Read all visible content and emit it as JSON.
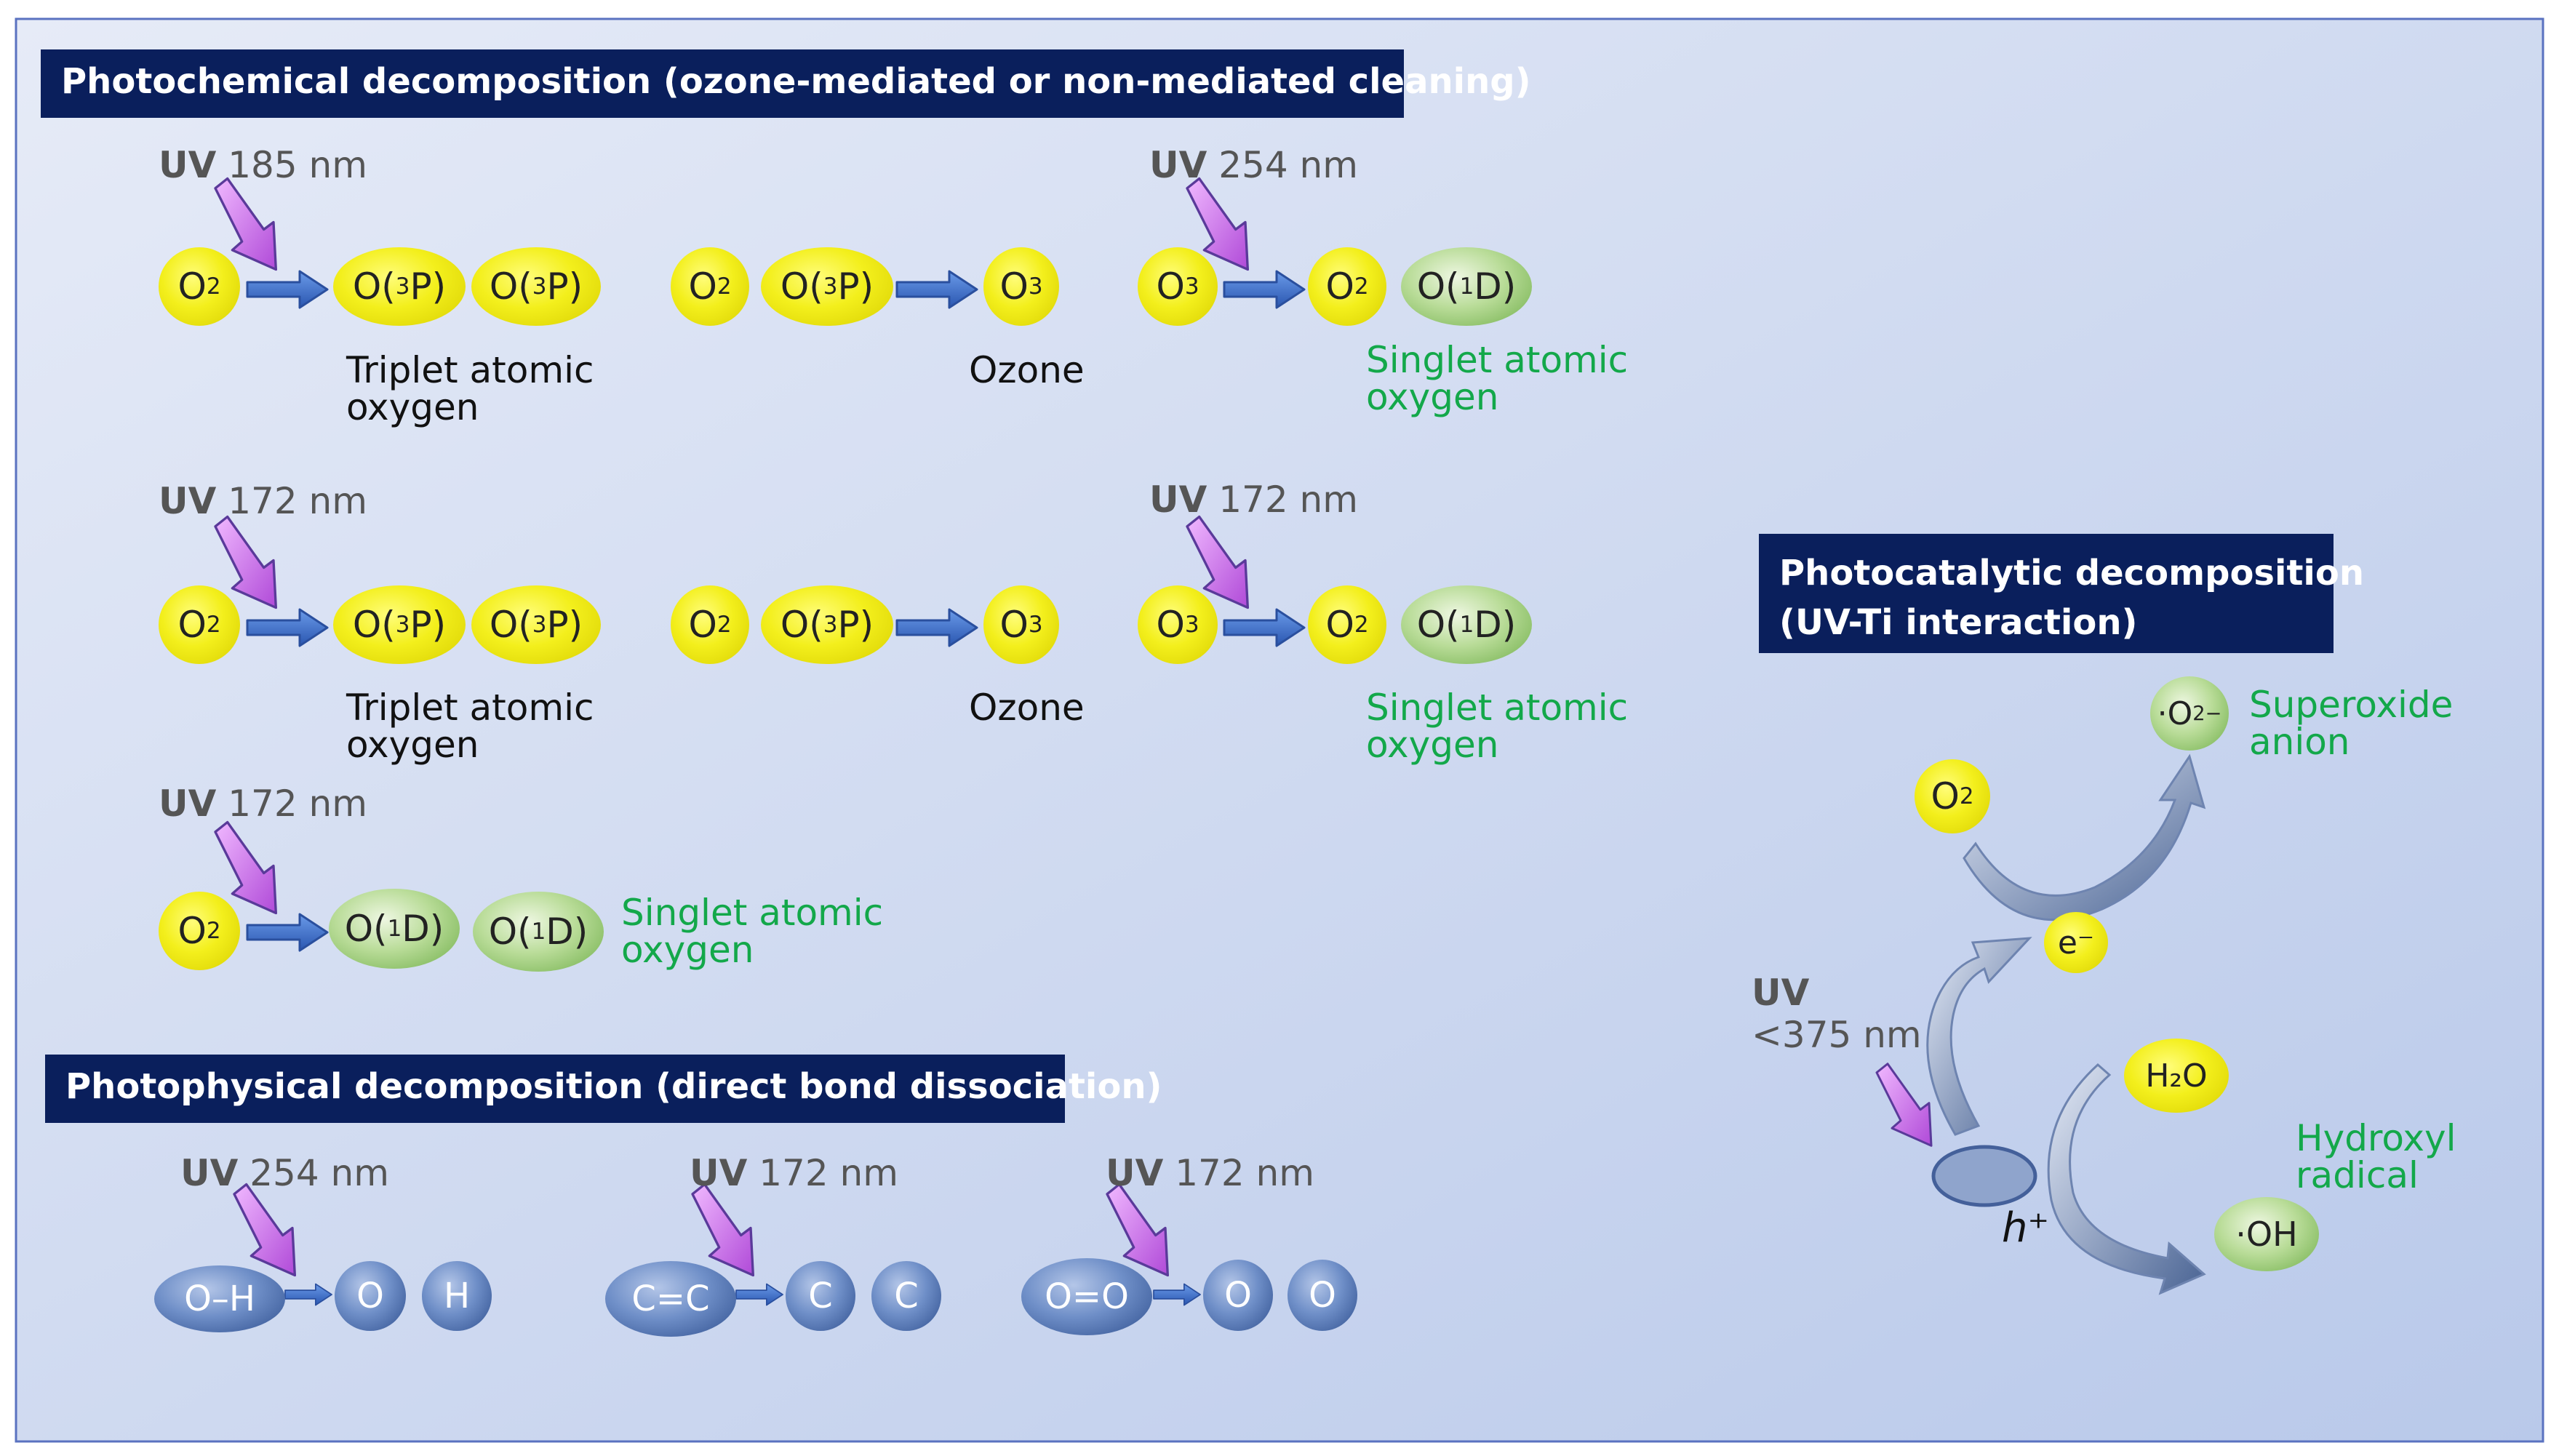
{
  "colors": {
    "header_bg": "#0a1f5c",
    "header_text": "#ffffff",
    "label_green": "#13a84a",
    "uv_text": "#555555",
    "arrow_purple": "#c86ee0",
    "arrow_blue": "#3a6cc8"
  },
  "photochemical": {
    "title": "Photochemical decomposition (ozone-mediated or non-mediated cleaning)",
    "row1": {
      "uv_a": "UV",
      "nm_a": "185 nm",
      "uv_b": "UV",
      "nm_b": "254 nm",
      "triplet_1": "Triplet atomic",
      "triplet_2": "oxygen",
      "ozone": "Ozone",
      "singlet_1": "Singlet atomic",
      "singlet_2": "oxygen"
    },
    "row2": {
      "uv_a": "UV",
      "nm_a": "172 nm",
      "uv_b": "UV",
      "nm_b": "172 nm",
      "triplet_1": "Triplet atomic",
      "triplet_2": "oxygen",
      "ozone": "Ozone",
      "singlet_1": "Singlet atomic",
      "singlet_2": "oxygen"
    },
    "row3": {
      "uv_a": "UV",
      "nm_a": "172 nm",
      "singlet_1": "Singlet atomic",
      "singlet_2": "oxygen"
    }
  },
  "photophysical": {
    "title": "Photophysical decomposition (direct bond dissociation)",
    "uv_1": "UV",
    "nm_1": "254 nm",
    "uv_2": "UV",
    "nm_2": "172 nm",
    "uv_3": "UV",
    "nm_3": "172 nm",
    "oh": "O–H",
    "o": "O",
    "h": "H",
    "cc": "C=C",
    "c": "C",
    "oo": "O=O"
  },
  "photocatalytic": {
    "title_1": "Photocatalytic decomposition",
    "title_2": "(UV-Ti interaction)",
    "uv": "UV",
    "nm": "<375 nm",
    "superoxide_1": "Superoxide",
    "superoxide_2": "anion",
    "hydroxyl_1": "Hydroxyl",
    "hydroxyl_2": "radical",
    "h2o": "H₂O",
    "oh_radical": "·OH",
    "electron": "e⁻",
    "hole": "h⁺"
  }
}
